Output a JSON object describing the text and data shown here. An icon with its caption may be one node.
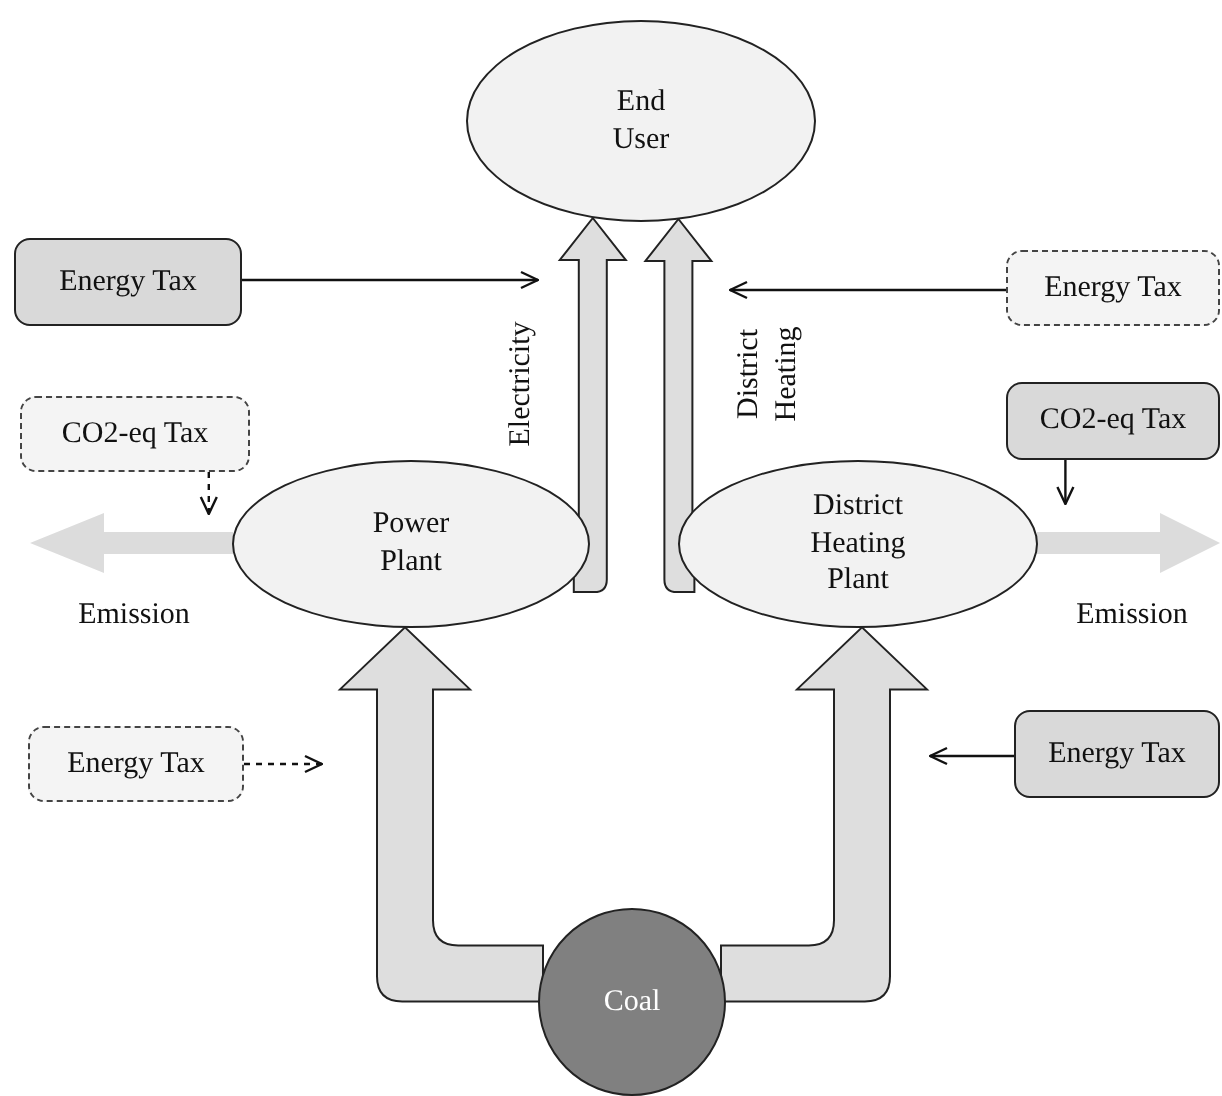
{
  "diagram": {
    "nodes": [
      {
        "text": [
          "End User"
        ]
      },
      {
        "text": [
          "Power Plant"
        ]
      },
      {
        "text": [
          "District Heating Plant"
        ]
      },
      {
        "text": [
          "Coal"
        ]
      },
      {
        "text": [
          "Energy Tax"
        ]
      },
      {
        "text": [
          "Energy Tax"
        ]
      },
      {
        "text": [
          "CO2-eq Tax"
        ]
      },
      {
        "text": [
          "CO2-eq Tax"
        ]
      },
      {
        "text": [
          "Energy Tax"
        ]
      },
      {
        "text": [
          "Energy Tax"
        ]
      }
    ],
    "edges": [
      {
        "from": 3,
        "to": 1,
        "arrow": "to",
        "style": "thick"
      },
      {
        "from": 3,
        "to": 2,
        "arrow": "to",
        "style": "thick"
      },
      {
        "from": 1,
        "to": 0,
        "arrow": "to",
        "style": "thick",
        "label": "Electricity"
      },
      {
        "from": 2,
        "to": 0,
        "arrow": "to",
        "style": "thick",
        "label": "District Heating"
      },
      {
        "from": 1,
        "to": null,
        "arrow": "to",
        "style": "thick",
        "color": "#dcdcdc",
        "label": "Emission"
      },
      {
        "from": 2,
        "to": null,
        "arrow": "to",
        "style": "thick",
        "color": "#dcdcdc",
        "label": "Emission"
      },
      {
        "from": 4,
        "to": null,
        "arrow": "to"
      },
      {
        "from": 5,
        "to": null,
        "arrow": "to"
      },
      {
        "from": 6,
        "to": 1,
        "arrow": "to",
        "style": "dashed"
      },
      {
        "from": 7,
        "to": 2,
        "arrow": "to"
      },
      {
        "from": 8,
        "to": null,
        "arrow": "to",
        "style": "dashed"
      },
      {
        "from": 9,
        "to": null,
        "arrow": "to"
      }
    ]
  }
}
